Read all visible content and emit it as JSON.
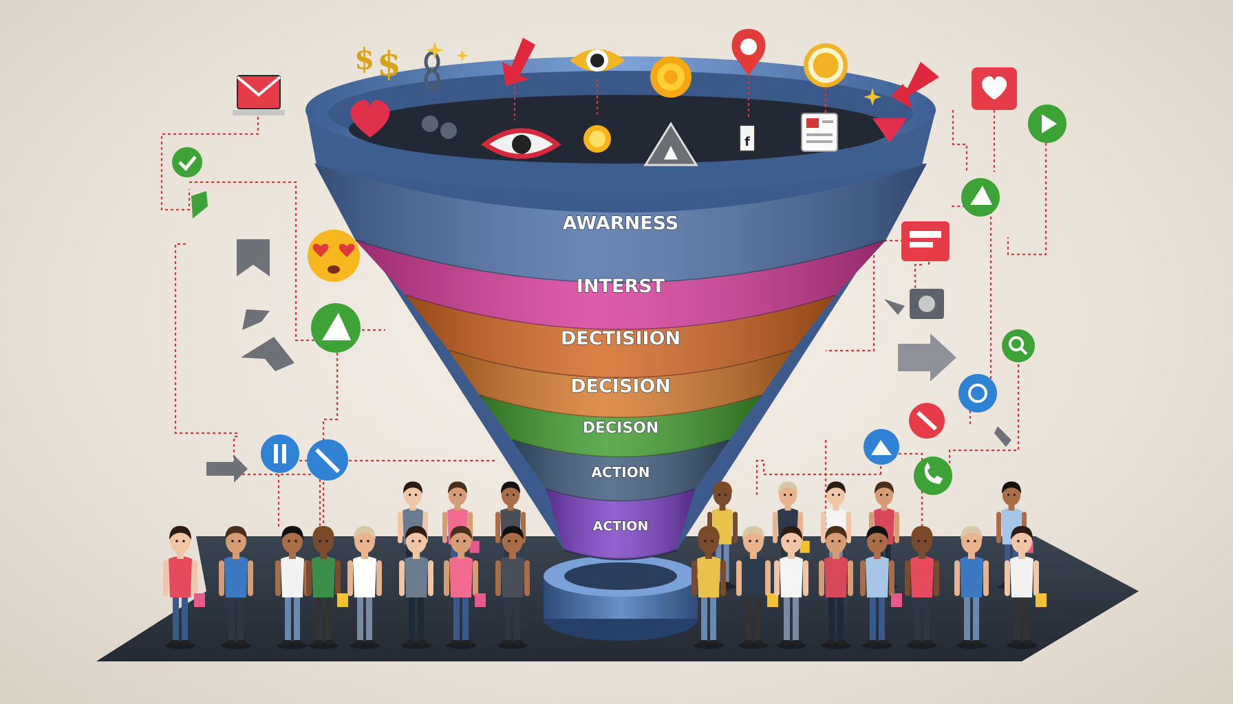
{
  "funnel": {
    "stages": [
      {
        "label": "AWARNESS",
        "color": "#4a6da5"
      },
      {
        "label": "INTERST",
        "color": "#d63a98"
      },
      {
        "label": "DECTISIION",
        "color": "#d2651f"
      },
      {
        "label": "DECISION",
        "color": "#d6782a"
      },
      {
        "label": "DECISON",
        "color": "#3f9a2c"
      },
      {
        "label": "ACTION",
        "color": "#3c5878"
      },
      {
        "label": "ACTION",
        "color": "#7a3fc4"
      }
    ]
  },
  "colors": {
    "platform": "#2f3844",
    "connector": "#d23a3a",
    "funnel_rim": "#5d84c0",
    "funnel_body": "#3c5b8c"
  },
  "icons": {
    "rim_icons": [
      "dollar-icon",
      "link-icon",
      "arrow-down-icon",
      "eye-icon",
      "sun-icon",
      "map-pin-icon",
      "refresh-icon",
      "cursor-arrow-icon"
    ],
    "inside_icons": [
      "heart-icon",
      "chat-icon",
      "eye-icon",
      "sun-icon",
      "warning-icon",
      "facebook-icon",
      "document-icon",
      "heart-icon"
    ],
    "left_icons": [
      "email-icon",
      "check-icon",
      "checkmark-icon",
      "bookmark-icon",
      "heart-eyes-emoji-icon",
      "thumbs-up-icon",
      "arrow-icon",
      "share-icon",
      "pause-icon",
      "expand-icon"
    ],
    "right_icons": [
      "heart-icon",
      "play-icon",
      "thumbs-up-icon",
      "message-icon",
      "camera-icon",
      "search-icon",
      "forward-arrow-icon",
      "target-icon",
      "swap-icon",
      "image-icon",
      "phone-icon"
    ]
  },
  "people_count": 26
}
